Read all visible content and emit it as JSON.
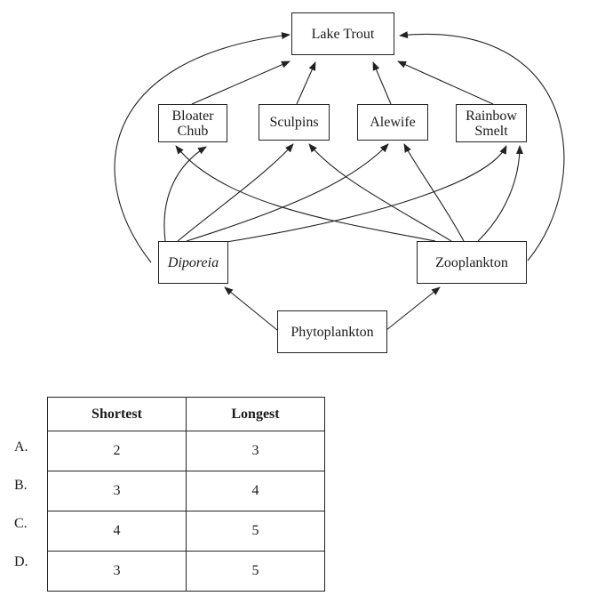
{
  "food_web": {
    "nodes": {
      "lake_trout": "Lake Trout",
      "bloater_chub": "Bloater\nChub",
      "sculpins": "Sculpins",
      "alewife": "Alewife",
      "rainbow_smelt": "Rainbow\nSmelt",
      "diporeia": "Diporeia",
      "zooplankton": "Zooplankton",
      "phytoplankton": "Phytoplankton"
    }
  },
  "answer_table": {
    "headers": [
      "Shortest",
      "Longest"
    ],
    "rows": [
      {
        "option": "A.",
        "shortest": "2",
        "longest": "3"
      },
      {
        "option": "B.",
        "shortest": "3",
        "longest": "4"
      },
      {
        "option": "C.",
        "shortest": "4",
        "longest": "5"
      },
      {
        "option": "D.",
        "shortest": "3",
        "longest": "5"
      }
    ]
  }
}
